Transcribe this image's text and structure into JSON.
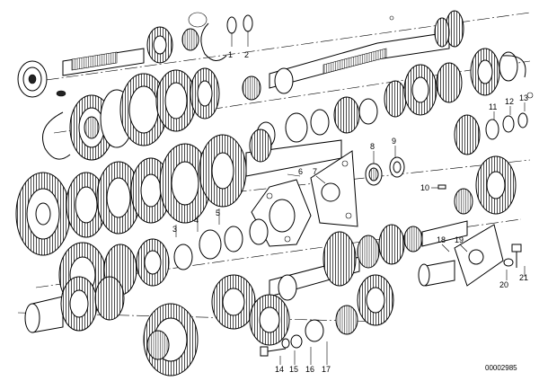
{
  "diagram": {
    "callouts": [
      "1",
      "2",
      "3",
      "4",
      "5",
      "6",
      "7",
      "8",
      "9",
      "10",
      "11",
      "12",
      "13",
      "14",
      "15",
      "16",
      "17",
      "18",
      "19",
      "20",
      "21"
    ],
    "document_number": "00002985"
  }
}
